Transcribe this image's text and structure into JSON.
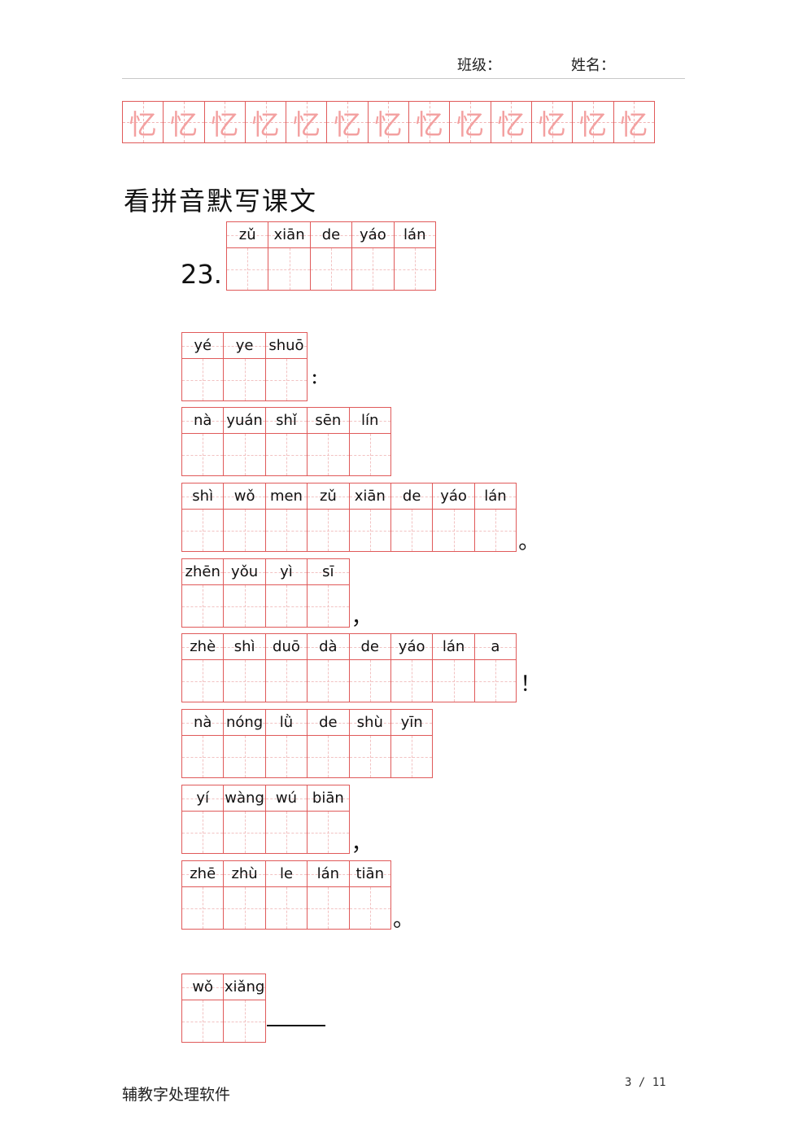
{
  "header": {
    "class_label": "班级：",
    "name_label": "姓名："
  },
  "tracing": {
    "char": "忆",
    "count": 13
  },
  "section_title": "看拼音默写课文",
  "question_number": "23.",
  "rows": [
    {
      "pinyin": [
        "zǔ",
        "xiān",
        "de",
        "yáo",
        "lán"
      ],
      "punct": ""
    },
    {
      "pinyin": [
        "yé",
        "ye",
        "shuō"
      ],
      "punct": ":"
    },
    {
      "pinyin": [
        "nà",
        "yuán",
        "shǐ",
        "sēn",
        "lín"
      ],
      "punct": ""
    },
    {
      "pinyin": [
        "shì",
        "wǒ",
        "men",
        "zǔ",
        "xiān",
        "de",
        "yáo",
        "lán"
      ],
      "punct": "。"
    },
    {
      "pinyin": [
        "zhēn",
        "yǒu",
        "yì",
        "sī"
      ],
      "punct": "，"
    },
    {
      "pinyin": [
        "zhè",
        "shì",
        "duō",
        "dà",
        "de",
        "yáo",
        "lán",
        "a"
      ],
      "punct": "！"
    },
    {
      "pinyin": [
        "nà",
        "nóng",
        "lǜ",
        "de",
        "shù",
        "yīn"
      ],
      "punct": ""
    },
    {
      "pinyin": [
        "yí",
        "wàng",
        "wú",
        "biān"
      ],
      "punct": "，"
    },
    {
      "pinyin": [
        "zhē",
        "zhù",
        "le",
        "lán",
        "tiān"
      ],
      "punct": "。"
    },
    {
      "pinyin": [
        "wǒ",
        "xiǎng"
      ],
      "punct": ""
    }
  ],
  "footer": {
    "left": "辅教字处理软件",
    "page": "3 / 11"
  }
}
